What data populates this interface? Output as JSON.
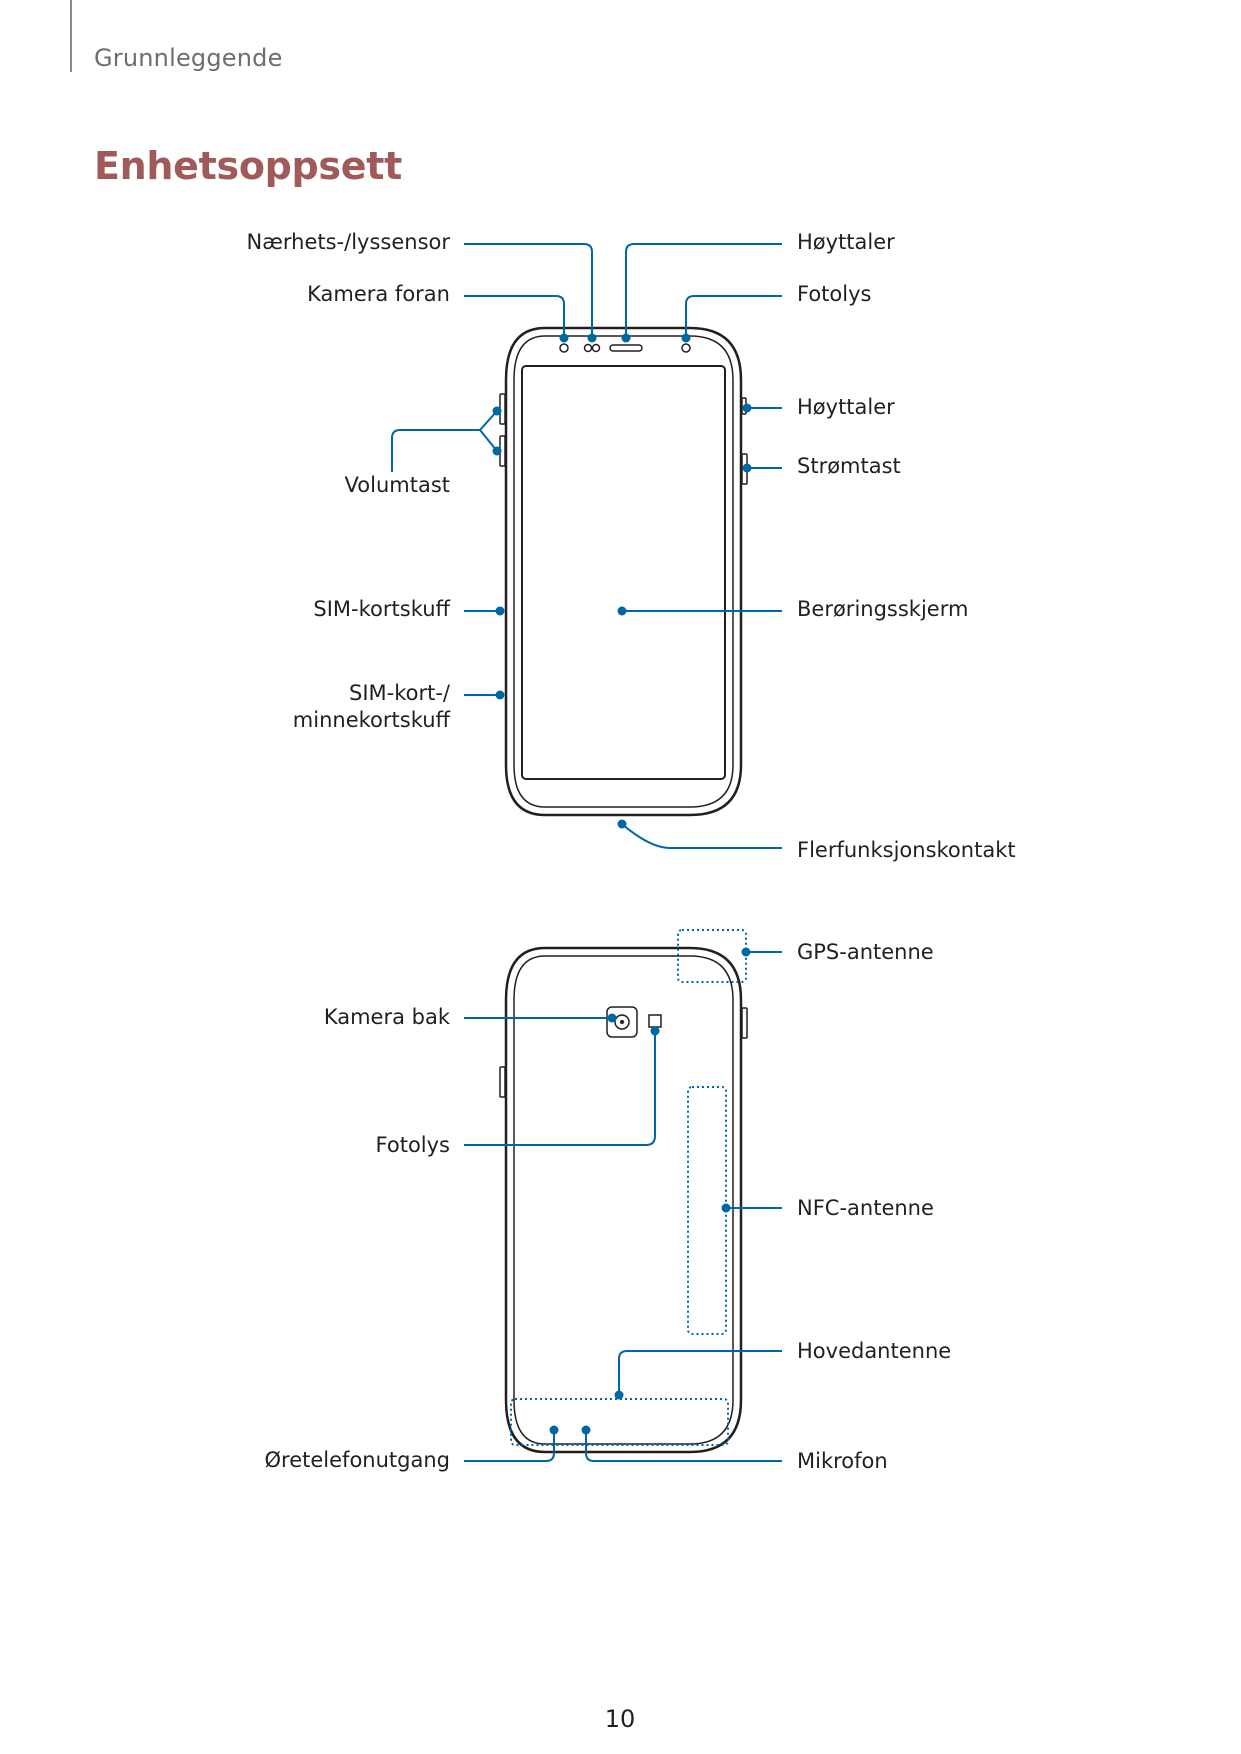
{
  "header": {
    "section": "Grunnleggende"
  },
  "page_title": "Enhetsoppsett",
  "front": {
    "proximity_sensor": "Nærhets-/lyssensor",
    "front_camera": "Kamera foran",
    "volume_key": "Volumtast",
    "sim_tray": "SIM-kortskuff",
    "sim_memory_tray_line1": "SIM-kort-/",
    "sim_memory_tray_line2": "minnekortskuff",
    "speaker_top": "Høyttaler",
    "flash_front": "Fotolys",
    "speaker_side": "Høyttaler",
    "power_key": "Strømtast",
    "touchscreen": "Berøringsskjerm",
    "multipurpose_jack": "Flerfunksjonskontakt"
  },
  "back": {
    "rear_camera": "Kamera bak",
    "flash_back": "Fotolys",
    "earphone_jack": "Øretelefonutgang",
    "gps_antenna": "GPS-antenne",
    "nfc_antenna": "NFC-antenne",
    "main_antenna": "Hovedantenne",
    "microphone": "Mikrofon"
  },
  "colors": {
    "callout": "#0067a5",
    "title": "#a05a5a",
    "device": "#231f20"
  },
  "page_number": "10"
}
